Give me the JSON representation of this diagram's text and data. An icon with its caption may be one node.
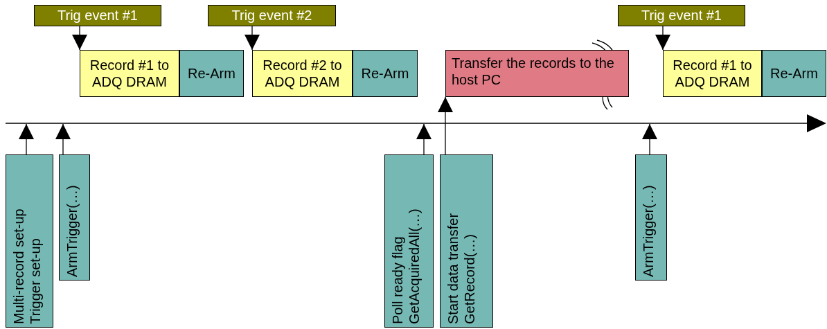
{
  "diagram": {
    "nodes": [
      {
        "text": [
          "Trig event #1"
        ]
      },
      {
        "text": [
          "Record #1 to ADQ DRAM"
        ]
      },
      {
        "text": [
          "Re-Arm"
        ]
      },
      {
        "text": [
          "Trig event #2"
        ]
      },
      {
        "text": [
          "Record #2 to ADQ DRAM"
        ]
      },
      {
        "text": [
          "Re-Arm"
        ]
      },
      {
        "text": [
          "Transfer the records to the host PC"
        ]
      },
      {
        "text": [
          "Trig event #1"
        ]
      },
      {
        "text": [
          "Record #1 to ADQ DRAM"
        ]
      },
      {
        "text": [
          "Re-Arm"
        ]
      },
      {
        "text": [
          "Multi-record set-up",
          "Trigger set-up"
        ]
      },
      {
        "text": [
          "ArmTrigger(…)"
        ]
      },
      {
        "text": [
          "Poll ready flag",
          "GetAcquiredAll(…)"
        ]
      },
      {
        "text": [
          "Start data transfer",
          "GetRecord(…)"
        ]
      },
      {
        "text": [
          "ArmTrigger(…)"
        ]
      }
    ],
    "edges": [
      {
        "from": 0,
        "to": 1,
        "arrow": "to"
      },
      {
        "from": 3,
        "to": 4,
        "arrow": "to"
      },
      {
        "from": 7,
        "to": 8,
        "arrow": "to"
      },
      {
        "from": 10,
        "to": null,
        "arrow": "to"
      },
      {
        "from": 11,
        "to": null,
        "arrow": "to"
      },
      {
        "from": 12,
        "to": null,
        "arrow": "to"
      },
      {
        "from": 13,
        "to": 6,
        "arrow": "to"
      },
      {
        "from": 14,
        "to": null,
        "arrow": "to"
      }
    ]
  }
}
